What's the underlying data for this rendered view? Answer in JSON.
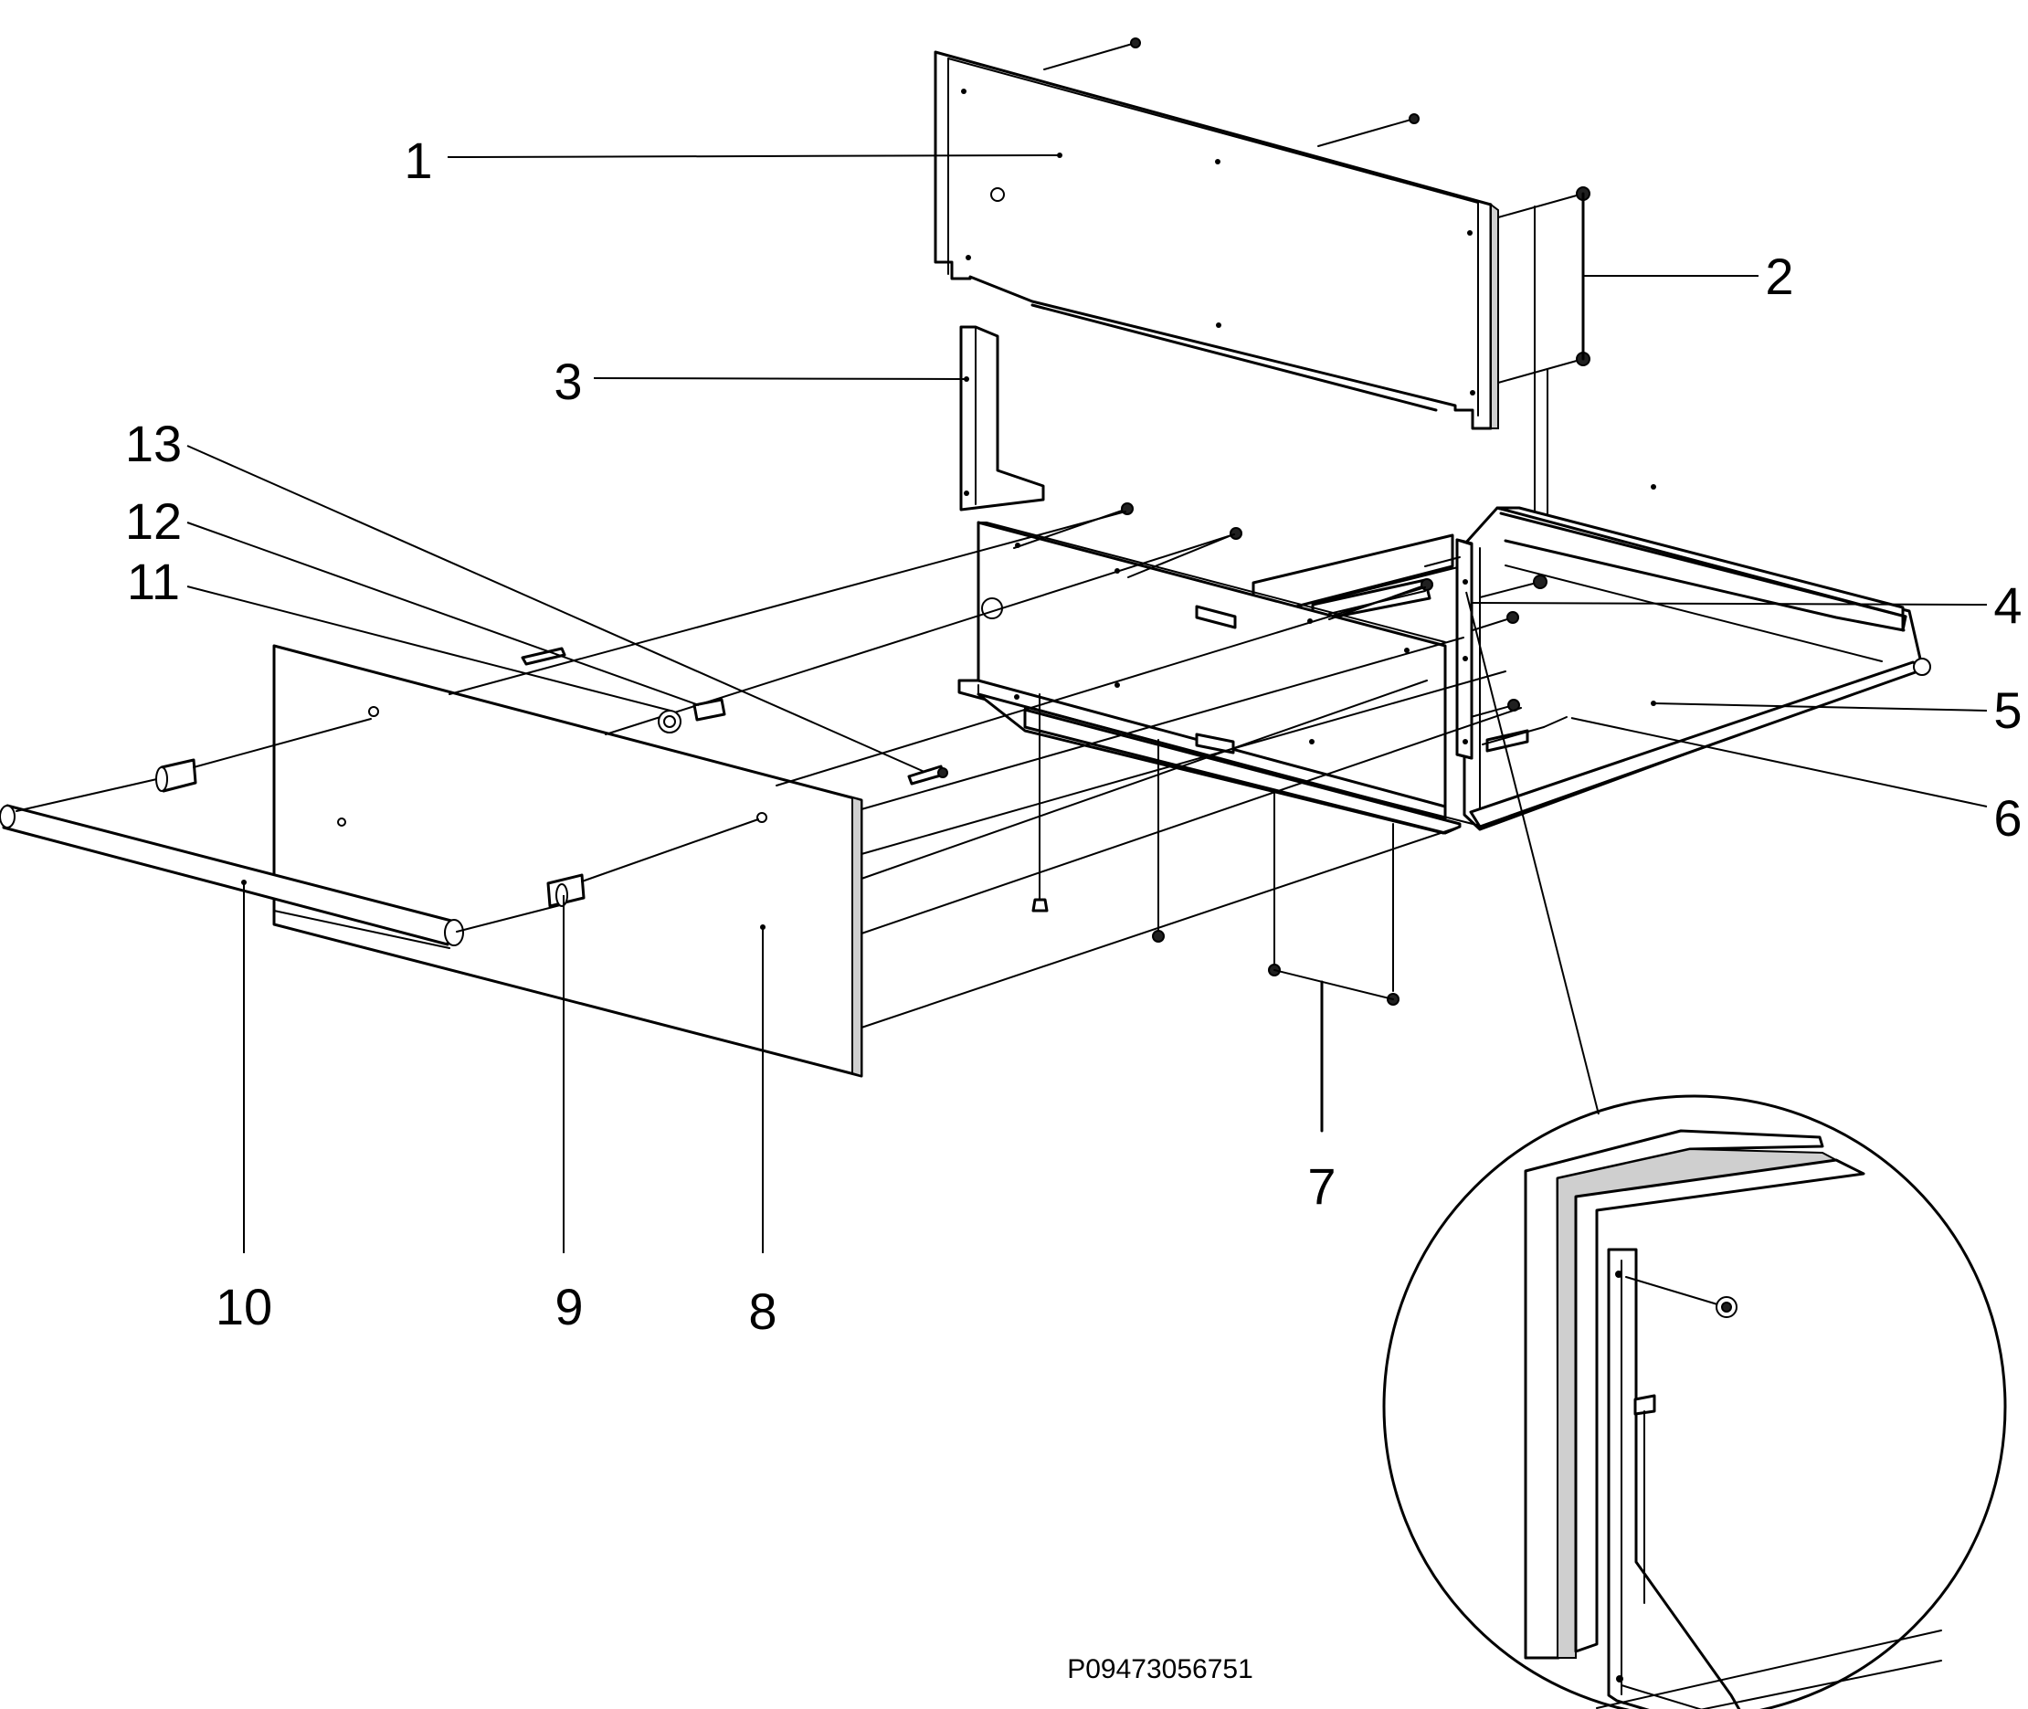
{
  "diagram": {
    "callouts": [
      {
        "id": "c1",
        "label": "1"
      },
      {
        "id": "c2",
        "label": "2"
      },
      {
        "id": "c3",
        "label": "3"
      },
      {
        "id": "c4",
        "label": "4"
      },
      {
        "id": "c5",
        "label": "5"
      },
      {
        "id": "c6",
        "label": "6"
      },
      {
        "id": "c7",
        "label": "7"
      },
      {
        "id": "c8",
        "label": "8"
      },
      {
        "id": "c9",
        "label": "9"
      },
      {
        "id": "c10",
        "label": "10"
      },
      {
        "id": "c11",
        "label": "11"
      },
      {
        "id": "c12",
        "label": "12"
      },
      {
        "id": "c13",
        "label": "13"
      }
    ],
    "reference_code": "P09473056751"
  }
}
